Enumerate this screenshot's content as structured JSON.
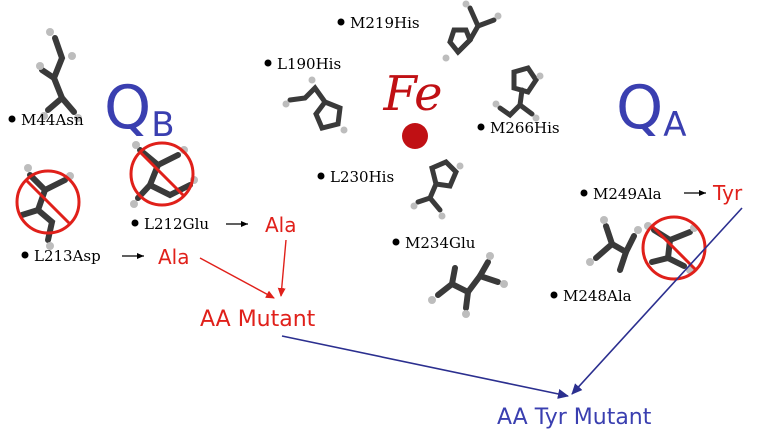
{
  "labels": {
    "fe": "Fe",
    "qb_q": "Q",
    "qb_sub": "B",
    "qa_q": "Q",
    "qa_sub": "A",
    "m219": "M219His",
    "l190": "L190His",
    "m44": "M44Asn",
    "m266": "M266His",
    "l230": "L230His",
    "l212": "L212Glu",
    "l213": "L213Asp",
    "m234": "M234Glu",
    "m249": "M249Ala",
    "m248": "M248Ala",
    "ala1": "Ala",
    "ala2": "Ala",
    "tyr": "Tyr",
    "aa_mutant": "AA Mutant",
    "aa_tyr_mutant": "AA Tyr Mutant"
  },
  "colors": {
    "red": "#e0201a",
    "dark_red": "#c01014",
    "blue": "#3a3fb0",
    "navy": "#2b2f8f",
    "stick": "#3a3a3a",
    "stick_light": "#bdbdbd"
  }
}
